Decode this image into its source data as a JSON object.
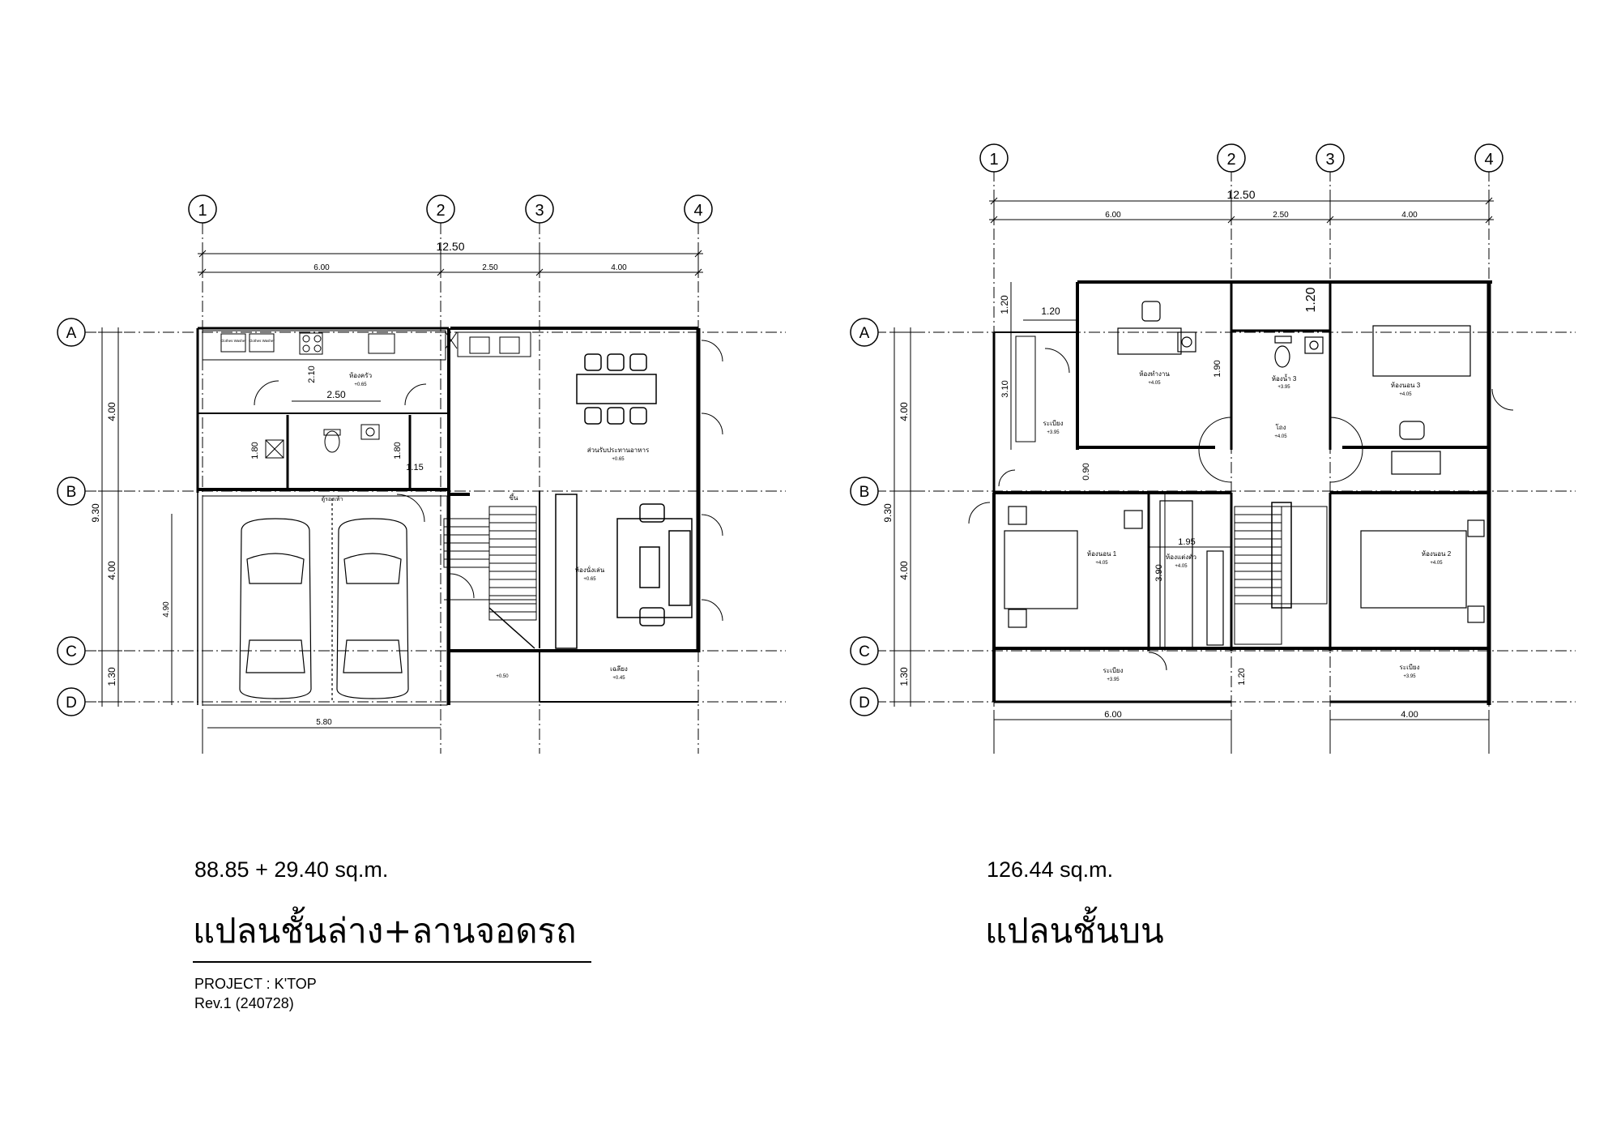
{
  "grid_axes": {
    "numbers": [
      "1",
      "2",
      "3",
      "4"
    ],
    "letters": [
      "A",
      "B",
      "C",
      "D"
    ]
  },
  "ground": {
    "overall_width": "12.50",
    "spans": [
      "6.00",
      "2.50",
      "4.00"
    ],
    "vert_total": "9.30",
    "vert_spans": [
      "4.00",
      "4.00",
      "1.30"
    ],
    "inner_dims": [
      "2.10",
      "2.50",
      "1.80",
      "1.80",
      "1.15",
      "4.90",
      "5.80"
    ],
    "rooms": [
      {
        "name": "ห้องครัว",
        "level": "+0.65"
      },
      {
        "name": "ส่วนรับประทานอาหาร",
        "level": "+0.65"
      },
      {
        "name": "ห้องนั่งเล่น",
        "level": "+0.65"
      },
      {
        "name": "เฉลียง",
        "level": "+0.45"
      },
      {
        "name": "",
        "level": "+0.50"
      }
    ],
    "labels": [
      "ตู้รองเท้า",
      "ขึ้น"
    ],
    "appliances": [
      "Clothes Washer",
      "Clothes Washer"
    ],
    "area": "88.85 + 29.40 sq.m.",
    "title": "แปลนชั้นล่าง+ลานจอดรถ",
    "project": "PROJECT : K'TOP",
    "revision": "Rev.1 (240728)"
  },
  "upper": {
    "overall_width": "12.50",
    "spans": [
      "6.00",
      "2.50",
      "4.00"
    ],
    "vert_total": "9.30",
    "vert_spans": [
      "4.00",
      "4.00",
      "1.30"
    ],
    "inner_dims": [
      "1.20",
      "1.20",
      "3.10",
      "1.20",
      "1.90",
      "0.90",
      "1.95",
      "3.90",
      "1.20"
    ],
    "bottom_dims": [
      "6.00",
      "4.00"
    ],
    "rooms": [
      {
        "name": "ห้องทำงาน",
        "level": "+4.05"
      },
      {
        "name": "ห้องน้ำ 3",
        "level": "+3.95"
      },
      {
        "name": "ห้องนอน 3",
        "level": "+4.05"
      },
      {
        "name": "ระเบียง",
        "level": "+3.95"
      },
      {
        "name": "โถง",
        "level": "+4.05"
      },
      {
        "name": "ห้องนอน 1",
        "level": "+4.05"
      },
      {
        "name": "ห้องแต่งตัว",
        "level": "+4.05"
      },
      {
        "name": "ห้องนอน 2",
        "level": "+4.05"
      },
      {
        "name": "ระเบียง",
        "level": "+3.95"
      },
      {
        "name": "ระเบียง",
        "level": "+3.95"
      }
    ],
    "area": "126.44 sq.m.",
    "title": "แปลนชั้นบน"
  }
}
